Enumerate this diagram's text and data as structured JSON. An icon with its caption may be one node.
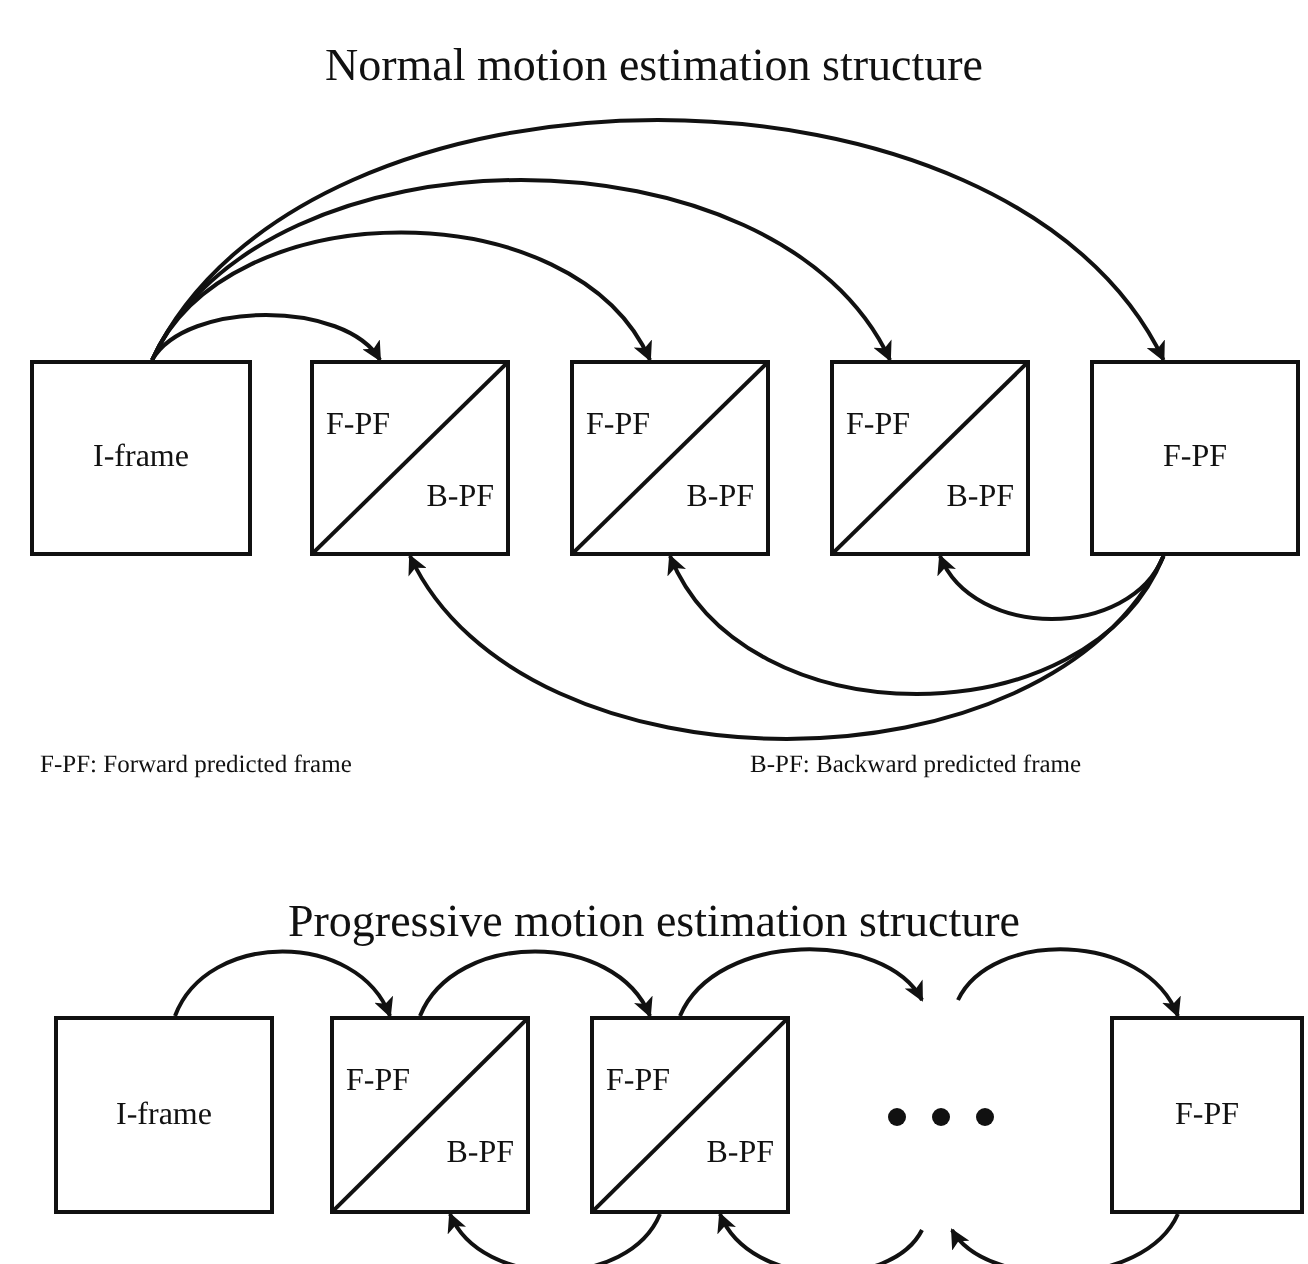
{
  "diagram": {
    "title": "Normal motion estimation structure",
    "nodes": [
      {
        "text": [
          "I-frame"
        ]
      },
      {
        "text": [
          "F-PF",
          "B-PF"
        ]
      },
      {
        "text": [
          "F-PF",
          "B-PF"
        ]
      },
      {
        "text": [
          "F-PF",
          "B-PF"
        ]
      },
      {
        "text": [
          "F-PF"
        ]
      },
      {
        "text": [
          "I-frame"
        ]
      },
      {
        "text": [
          "F-PF",
          "B-PF"
        ]
      },
      {
        "text": [
          "F-PF",
          "B-PF"
        ]
      },
      {
        "text": [],
        "shape": "dots"
      },
      {
        "text": [
          "F-PF"
        ]
      }
    ],
    "edges": [
      {
        "from": 0,
        "to": 1,
        "arrow": "to"
      },
      {
        "from": 0,
        "to": 2,
        "arrow": "to"
      },
      {
        "from": 0,
        "to": 3,
        "arrow": "to"
      },
      {
        "from": 0,
        "to": 4,
        "arrow": "to"
      },
      {
        "from": 4,
        "to": 3,
        "arrow": "to"
      },
      {
        "from": 4,
        "to": 2,
        "arrow": "to"
      },
      {
        "from": 4,
        "to": 1,
        "arrow": "to"
      },
      {
        "from": 5,
        "to": 6,
        "arrow": "to"
      },
      {
        "from": 6,
        "to": 7,
        "arrow": "to"
      },
      {
        "from": 7,
        "to": 8,
        "arrow": "to"
      },
      {
        "from": 8,
        "to": 9,
        "arrow": "to"
      },
      {
        "from": 7,
        "to": 6,
        "arrow": "to"
      },
      {
        "from": 8,
        "to": 7,
        "arrow": "to"
      },
      {
        "from": 9,
        "to": 8,
        "arrow": "to"
      }
    ],
    "labels": [
      "F-PF: Forward predicted frame",
      "B-PF: Backward predicted frame",
      "Progressive motion estimation structure"
    ]
  }
}
